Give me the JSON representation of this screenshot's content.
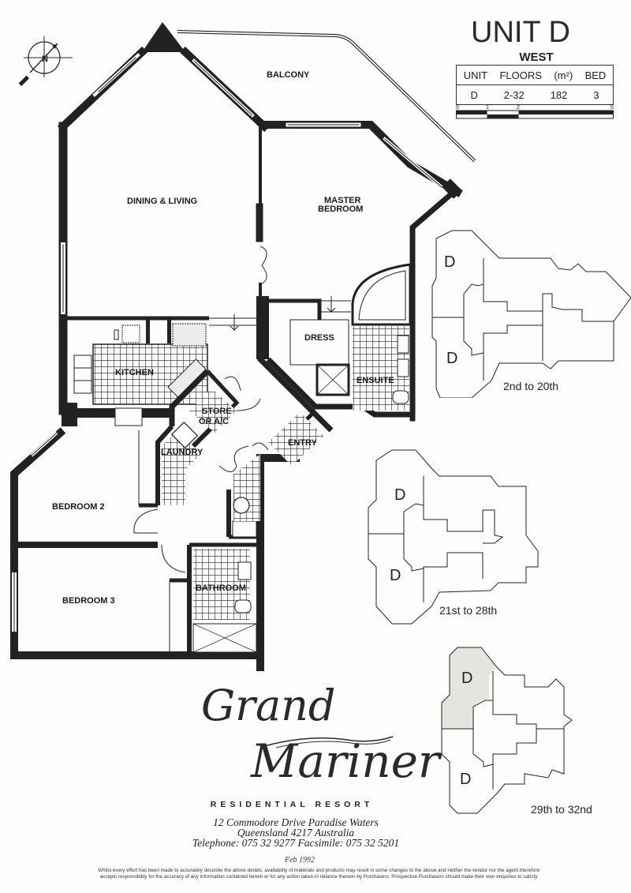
{
  "header": {
    "title": "UNIT D",
    "orientation": "WEST"
  },
  "spec_table": {
    "columns": [
      "UNIT",
      "FLOORS",
      "(m²)",
      "BED"
    ],
    "rows": [
      [
        "D",
        "2-32",
        "182",
        "3"
      ]
    ]
  },
  "scale_bar": {
    "ticks": [
      "0",
      "1",
      "2",
      "5"
    ]
  },
  "compass": {
    "icon": "north-arrow-icon",
    "label": "N"
  },
  "rooms": {
    "balcony": "BALCONY",
    "dining_living": "DINING & LIVING",
    "master_bedroom_line1": "MASTER",
    "master_bedroom_line2": "BEDROOM",
    "dress": "DRESS",
    "ensuite": "ENSUITE",
    "kitchen": "KITCHEN",
    "store_line1": "STORE",
    "store_line2": "OR A/C",
    "laundry": "LAUNDRY",
    "entry": "ENTRY",
    "bedroom2": "BEDROOM 2",
    "bedroom3": "BEDROOM 3",
    "bathroom": "BATHROOM"
  },
  "key_plans": [
    {
      "caption": "2nd to 20th",
      "unit_labels": [
        "D",
        "D"
      ]
    },
    {
      "caption": "21st to 28th",
      "unit_labels": [
        "D",
        "D"
      ]
    },
    {
      "caption": "29th to 32nd",
      "unit_labels": [
        "D",
        "D"
      ]
    }
  ],
  "branding": {
    "logo_line1": "Grand",
    "logo_line2": "Mariner",
    "tagline": "RESIDENTIAL RESORT",
    "address_line1": "12 Commodore Drive Paradise Waters",
    "address_line2": "Queensland 4217 Australia",
    "contact": "Telephone: 075 32 9277  Facsimile: 075 32 5201"
  },
  "footer": {
    "date": "Feb 1992",
    "disclaimer_line1": "Whilst every effort has been made to accurately describe the above details, availability of materials and products may result in some changes to the above and neither the vendor nor the agent therefore",
    "disclaimer_line2": "accepts responsibility for the accuracy of any information contained herein or for any action taken in reliance thereon by Purchasers. Prospective Purchasers should make their own enquiries to satisfy"
  },
  "colors": {
    "wall": "#222222",
    "paper": "#fdfdfb",
    "line": "#333333",
    "highlight_fill": "#e4e4e0"
  }
}
